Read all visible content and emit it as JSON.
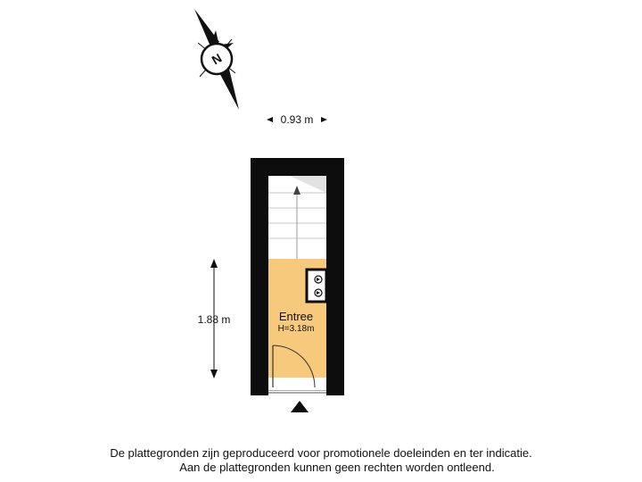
{
  "plan": {
    "width_label": "0.93 m",
    "length_label": "1.88 m",
    "room": {
      "name": "Entree",
      "height": "H=3.18m"
    },
    "compass": {
      "north_label": "N"
    },
    "colors": {
      "wall": "#0d0d0d",
      "floor": "#f6c97c",
      "stair_line": "#c8c8c8"
    },
    "icons": [
      "compass-icon",
      "entrance-arrow-icon",
      "meter-cupboard-icon"
    ]
  },
  "disclaimer": {
    "line1": "De plattegronden zijn geproduceerd voor promotionele doeleinden en ter indicatie.",
    "line2": "Aan de plattegronden kunnen geen rechten worden ontleend."
  }
}
